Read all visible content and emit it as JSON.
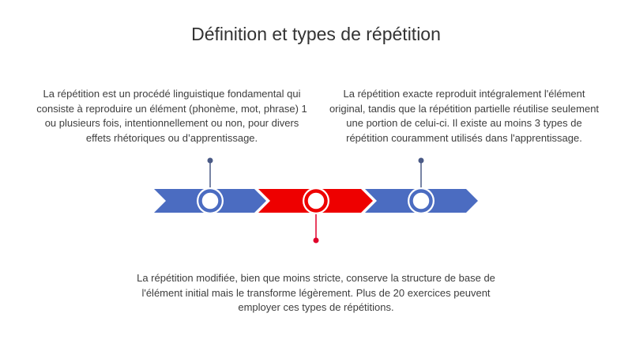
{
  "slide": {
    "title": "Définition et types de répétition"
  },
  "blocks": [
    {
      "text": "La répétition est un procédé linguistique fondamental qui consiste à reproduire un élément (phonème, mot, phrase) 1 ou plusieurs fois, intentionnellement ou non, pour divers effets rhétoriques ou d’apprentissage."
    },
    {
      "text": "La répétition exacte reproduit intégralement l'élément original, tandis que la répétition partielle réutilise seulement une portion de celui-ci. Il existe au moins 3 types de répétition couramment utilisés dans l'apprentissage."
    },
    {
      "text": "La répétition modifiée, bien que moins stricte, conserve la structure de base de l'élément initial mais le transforme légèrement. Plus de 20 exercices peuvent employer ces types de répétitions."
    }
  ],
  "colors": {
    "blue": "#4b6cc1",
    "blue_dark": "#3f5ca8",
    "red": "#ee0000",
    "red_dark": "#d10000",
    "connector_blue": "#4a5a86",
    "connector_red": "#e0002a",
    "text": "#3d3d3d"
  }
}
